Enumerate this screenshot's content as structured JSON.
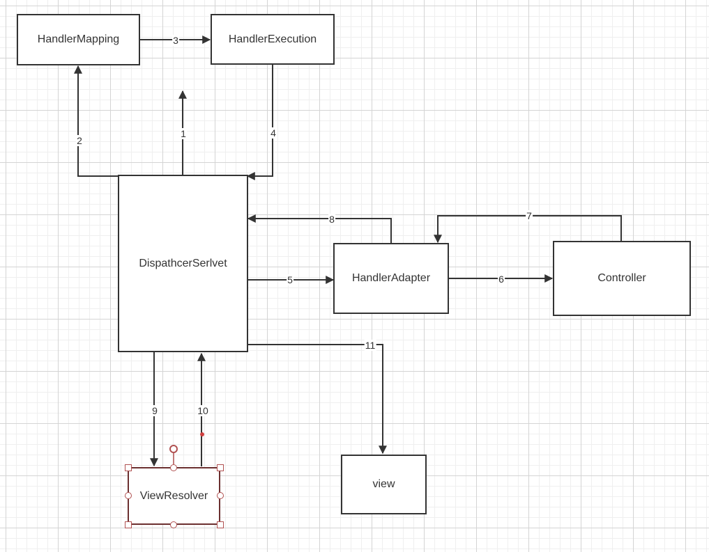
{
  "nodes": {
    "handler_mapping": "HandlerMapping",
    "handler_execution": "HandlerExecution",
    "dispatcher_servlet": "DispathcerSerlvet",
    "handler_adapter": "HandlerAdapter",
    "controller": "Controller",
    "view_resolver": "ViewResolver",
    "view": "view"
  },
  "edges": {
    "e1": "1",
    "e2": "2",
    "e3": "3",
    "e4": "4",
    "e5": "5",
    "e6": "6",
    "e7": "7",
    "e8": "8",
    "e9": "9",
    "e10": "10",
    "e11": "11"
  },
  "colors": {
    "stroke": "#333333",
    "selection": "#b05050"
  }
}
